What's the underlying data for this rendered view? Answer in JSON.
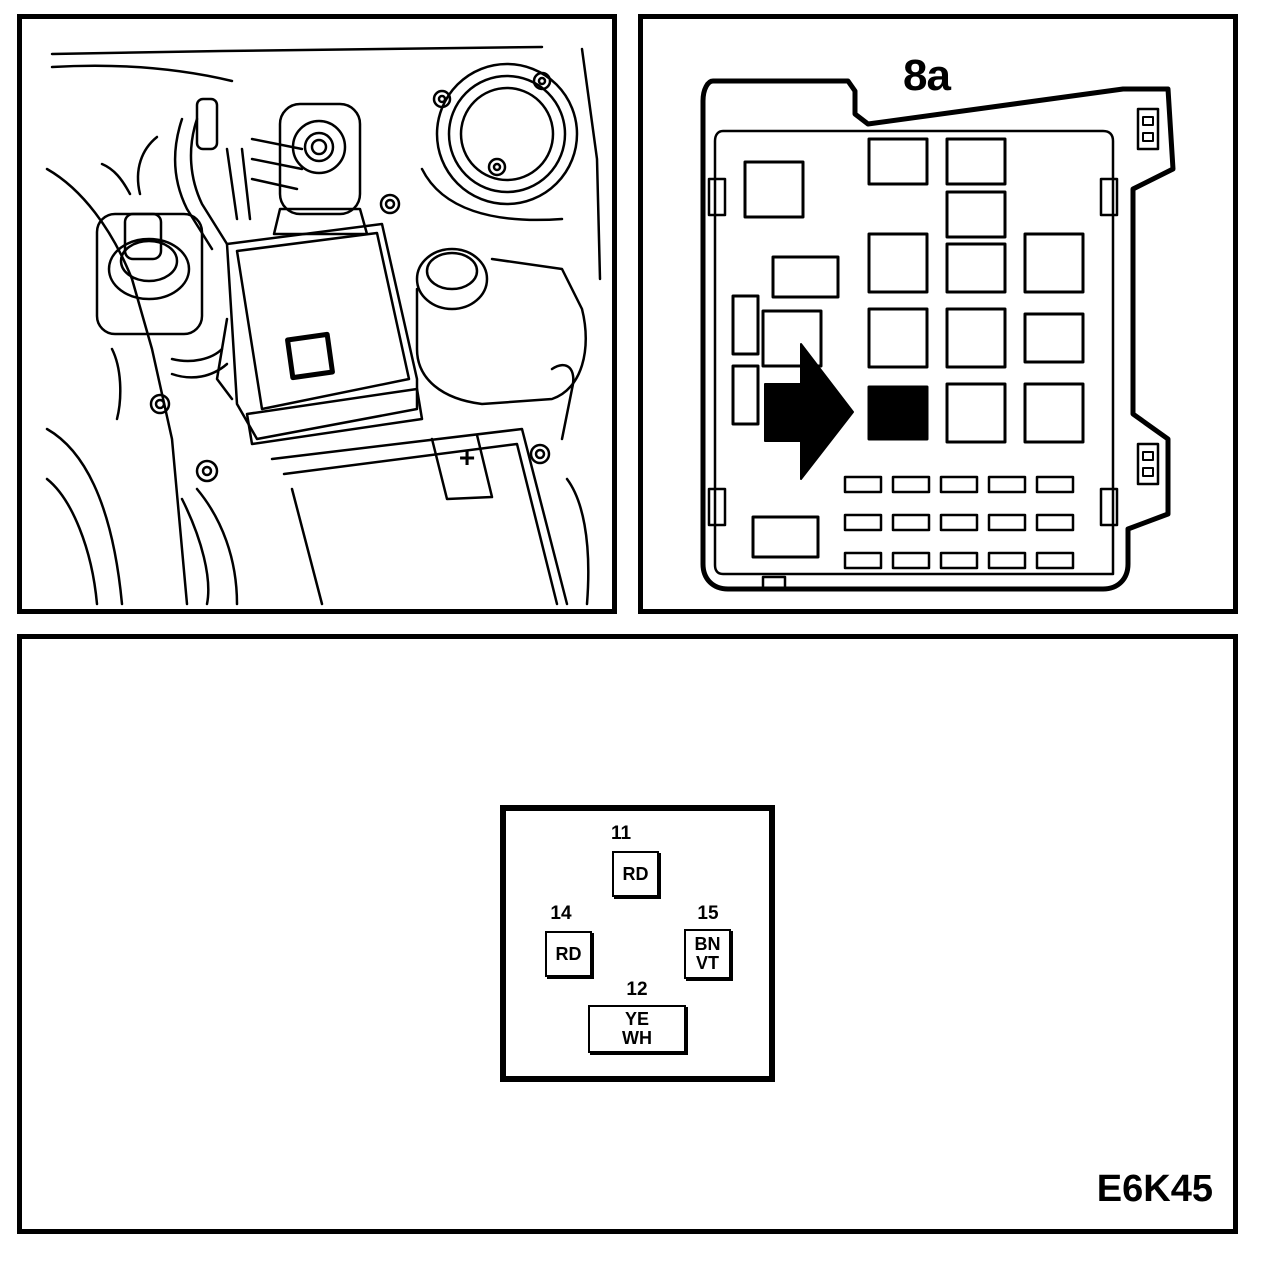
{
  "engine_panel": {
    "positive_symbol": "+"
  },
  "fusebox_panel": {
    "label": "8a"
  },
  "connector_panel": {
    "code": "E6K45",
    "pins": [
      {
        "number": "11",
        "wire": [
          "RD"
        ]
      },
      {
        "number": "14",
        "wire": [
          "RD"
        ]
      },
      {
        "number": "15",
        "wire": [
          "BN",
          "VT"
        ]
      },
      {
        "number": "12",
        "wire": [
          "YE",
          "WH"
        ]
      }
    ]
  }
}
